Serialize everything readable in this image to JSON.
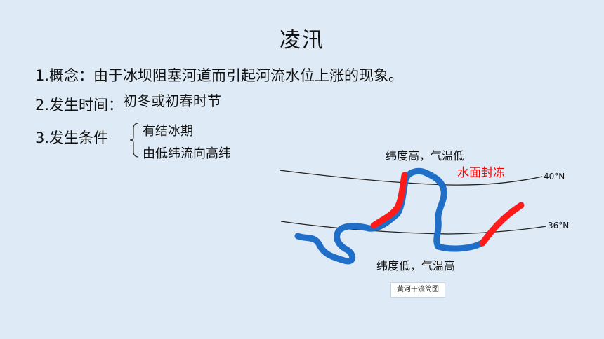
{
  "page": {
    "title": "凌汛",
    "concept": "1.概念：由于冰坝阻塞河道而引起河流水位上涨的现象。",
    "time_label": "2.发生时间：",
    "time_value": "初冬或初春时节",
    "condition_label": "3.发生条件",
    "conditions": [
      "有结冰期",
      "由低纬流向高纬"
    ]
  },
  "map": {
    "upper_note": "纬度高，气温低",
    "freeze_note": "水面封冻",
    "lower_note": "纬度低，气温高",
    "lat_upper": "40°N",
    "lat_lower": "36°N",
    "caption": "黄河干流简图",
    "colors": {
      "river": "#1f6fc8",
      "frozen": "#ff1a1a",
      "freeze_text": "#ff0000",
      "background": "#deeaf6"
    }
  }
}
